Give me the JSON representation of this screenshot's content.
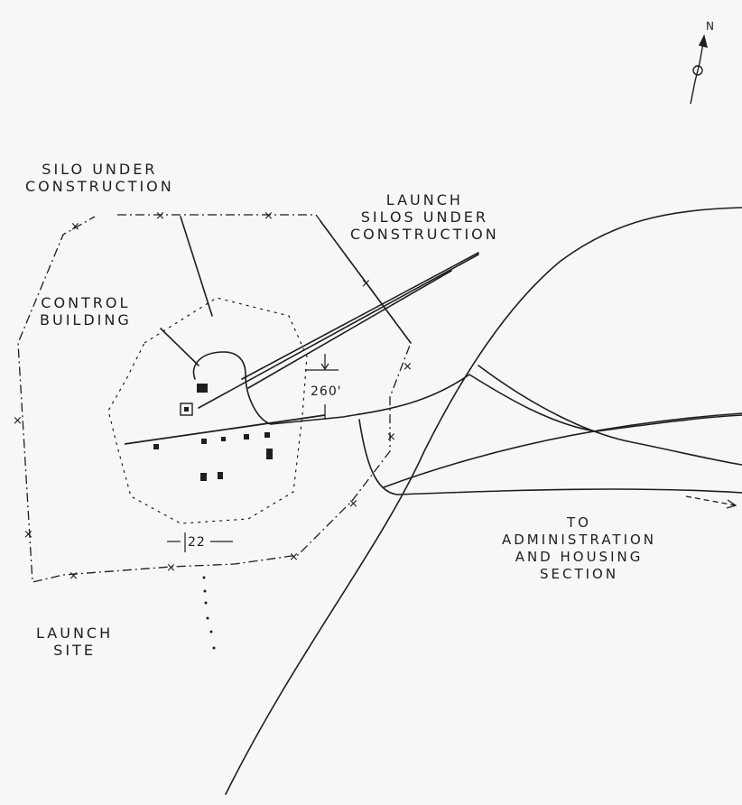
{
  "labels": {
    "silo_under_construction": [
      "SILO UNDER",
      "CONSTRUCTION"
    ],
    "launch_silos_under_construction": [
      "LAUNCH",
      "SILOS UNDER",
      "CONSTRUCTION"
    ],
    "control_building": [
      "CONTROL",
      "BUILDING"
    ],
    "launch_site": [
      "LAUNCH",
      "SITE"
    ],
    "to_admin_housing": [
      "TO",
      "ADMINISTRATION",
      "AND HOUSING",
      "SECTION"
    ],
    "dimension_260": "260'",
    "dimension_22": "22",
    "north": "N"
  },
  "colors": {
    "ink": "#1e1e1e",
    "paper": "#f7f7f5"
  }
}
